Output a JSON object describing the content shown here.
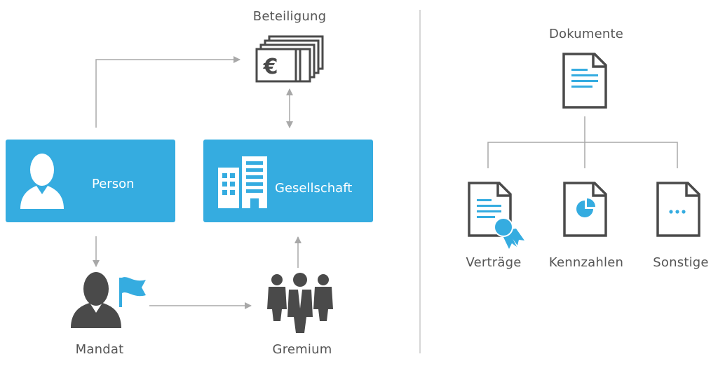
{
  "labels": {
    "beteiligung": "Beteiligung",
    "person": "Person",
    "gesellschaft": "Gesellschaft",
    "mandat": "Mandat",
    "gremium": "Gremium",
    "dokumente": "Dokumente",
    "vertraege": "Verträge",
    "kennzahlen": "Kennzahlen",
    "sonstige": "Sonstige"
  },
  "icons": {
    "currency_symbol": "€",
    "more_symbol": "•••"
  },
  "colors": {
    "accent": "#35ace0",
    "icon_dark": "#4a4a4a",
    "connector": "#a8a8a8",
    "text": "#555555"
  }
}
